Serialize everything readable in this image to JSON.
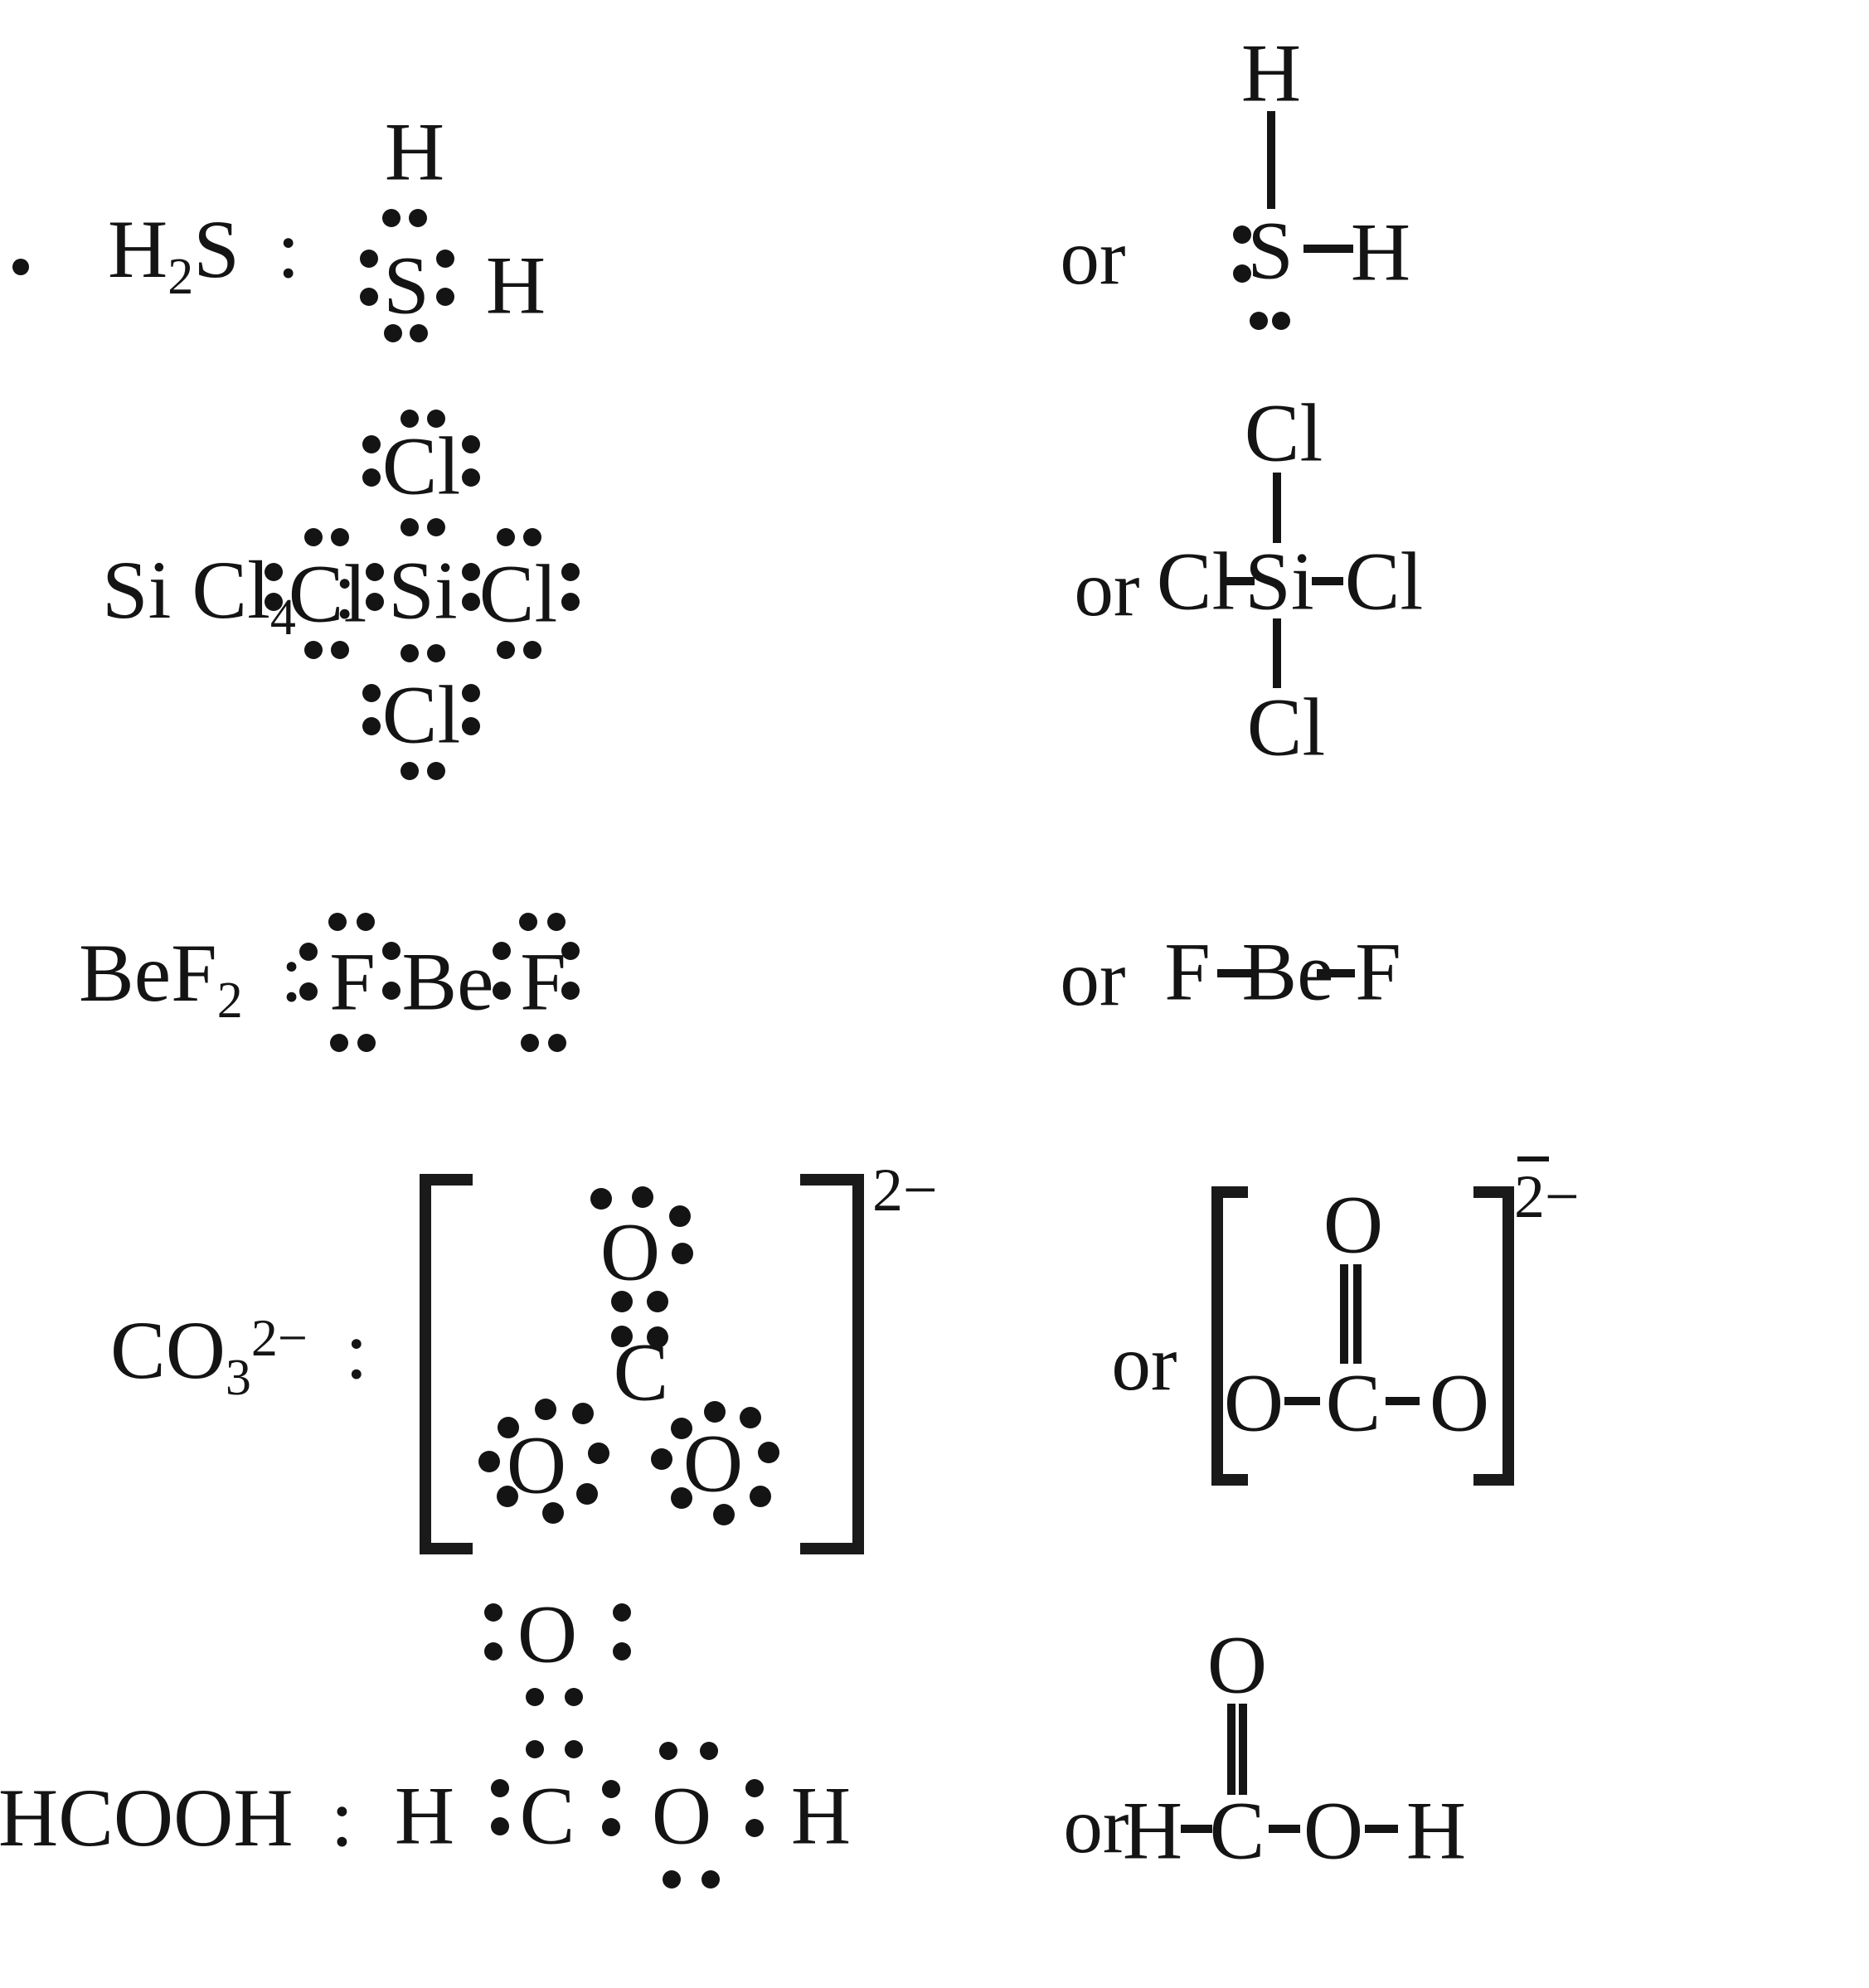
{
  "page": {
    "background": "#ffffff",
    "ink": "#141414"
  },
  "rows": [
    {
      "id": "h2s",
      "formula": {
        "segments": [
          {
            "text": "H"
          },
          {
            "text": "2",
            "style": "sub"
          },
          {
            "text": "S"
          }
        ]
      },
      "colon": ":",
      "or_label": "or",
      "lewis": {
        "atoms": [
          {
            "symbol": "H"
          },
          {
            "symbol": "S"
          },
          {
            "symbol": "H"
          }
        ]
      },
      "structural": {
        "atoms": [
          {
            "symbol": "H"
          },
          {
            "symbol": "S"
          },
          {
            "symbol": "H"
          }
        ]
      }
    },
    {
      "id": "sicl4",
      "formula": {
        "segments": [
          {
            "text": "Si Cl"
          },
          {
            "text": "4",
            "style": "sub"
          }
        ]
      },
      "colon": ":",
      "or_label": "or",
      "lewis": {
        "atoms": [
          {
            "symbol": "Cl"
          },
          {
            "symbol": "Cl"
          },
          {
            "symbol": "Si"
          },
          {
            "symbol": "Cl"
          },
          {
            "symbol": "Cl"
          }
        ]
      },
      "structural": {
        "atoms": [
          {
            "symbol": "Cl"
          },
          {
            "symbol": "Cl"
          },
          {
            "symbol": "Si"
          },
          {
            "symbol": "Cl"
          },
          {
            "symbol": "Cl"
          }
        ]
      }
    },
    {
      "id": "bef2",
      "formula": {
        "segments": [
          {
            "text": "BeF"
          },
          {
            "text": "2",
            "style": "sub"
          }
        ]
      },
      "colon": ":",
      "or_label": "or",
      "lewis": {
        "atoms": [
          {
            "symbol": "F"
          },
          {
            "symbol": "Be"
          },
          {
            "symbol": "F"
          }
        ]
      },
      "structural": {
        "atoms": [
          {
            "symbol": "F"
          },
          {
            "symbol": "Be"
          },
          {
            "symbol": "F"
          }
        ]
      }
    },
    {
      "id": "co3",
      "formula": {
        "segments": [
          {
            "text": "CO"
          },
          {
            "text": "3",
            "style": "sub"
          },
          {
            "text": "2−",
            "style": "sup"
          }
        ]
      },
      "colon": ":",
      "or_label": "or",
      "lewis": {
        "atoms": [
          {
            "symbol": "O"
          },
          {
            "symbol": "C"
          },
          {
            "symbol": "O"
          },
          {
            "symbol": "O"
          }
        ],
        "charge": "2−"
      },
      "structural": {
        "atoms": [
          {
            "symbol": "O"
          },
          {
            "symbol": "O"
          },
          {
            "symbol": "C"
          },
          {
            "symbol": "O"
          }
        ],
        "charge": "2−"
      }
    },
    {
      "id": "hcooh",
      "formula": {
        "segments": [
          {
            "text": "HCOOH"
          }
        ]
      },
      "colon": ":",
      "or_label": "or",
      "lewis": {
        "atoms": [
          {
            "symbol": "O"
          },
          {
            "symbol": "H"
          },
          {
            "symbol": "C"
          },
          {
            "symbol": "O"
          },
          {
            "symbol": "H"
          }
        ]
      },
      "structural": {
        "atoms": [
          {
            "symbol": "O"
          },
          {
            "symbol": "H"
          },
          {
            "symbol": "C"
          },
          {
            "symbol": "O"
          },
          {
            "symbol": "H"
          }
        ]
      }
    }
  ]
}
